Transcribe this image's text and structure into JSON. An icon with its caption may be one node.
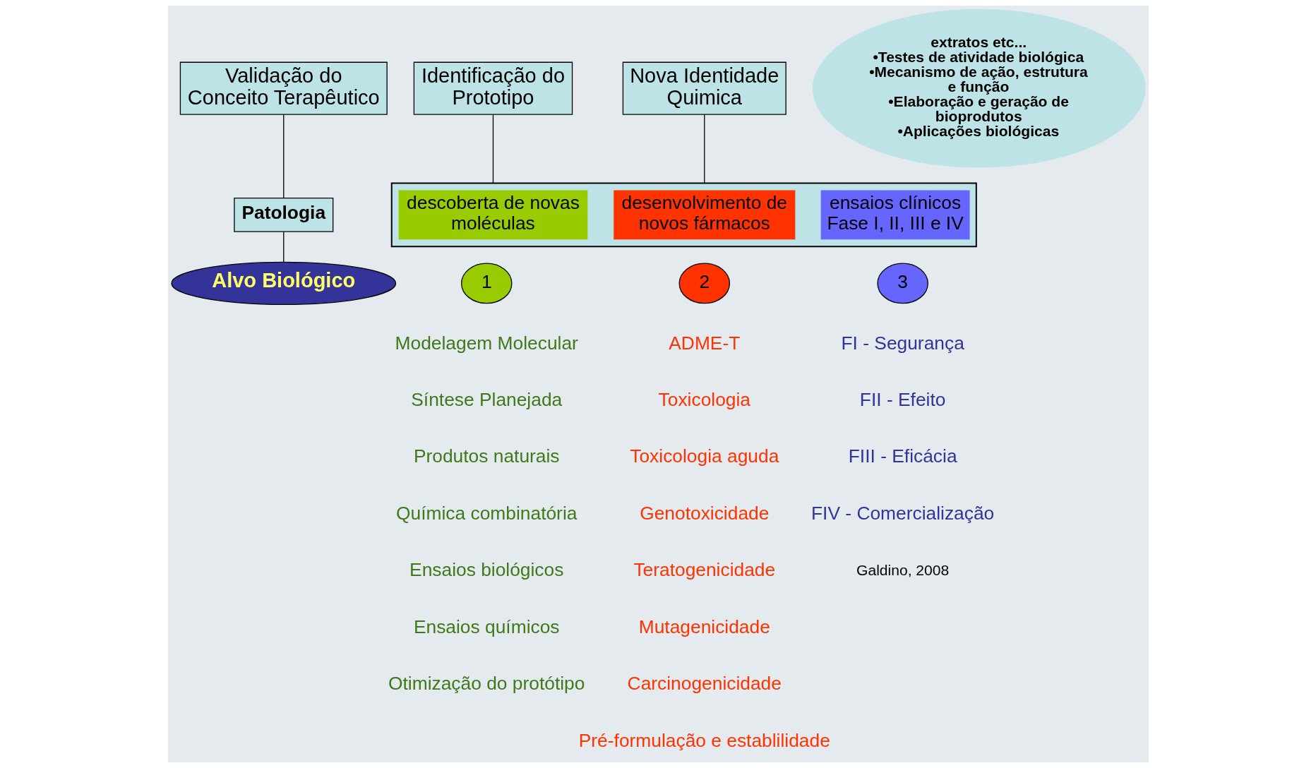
{
  "diagram": {
    "nodes": [
      {
        "text": [
          "Validação do Conceito Terapêutico"
        ]
      },
      {
        "text": [
          "Identificação do Prototipo"
        ]
      },
      {
        "text": [
          "Patologia"
        ]
      },
      {
        "text": [
          "Nova Identidade Quimica"
        ]
      },
      {
        "text": [
          "extratos etc...",
          "•Testes de atividade biológica",
          "•Mecanismo de ação, estrutura e função",
          "•Elaboração e geração de bioprodutos",
          "•Aplicações biológicas"
        ]
      },
      {
        "text": [
          "Alvo Biológico"
        ]
      },
      {
        "text": [],
        "shape": "arrow"
      },
      {
        "text": [
          "descoberta de novas moléculas"
        ],
        "in": 6
      },
      {
        "text": [
          "desenvolvimento de novos fármacos"
        ],
        "in": 6
      },
      {
        "text": [
          "ensaios clínicos Fase I, II, III e IV"
        ],
        "in": 6
      },
      {
        "text": [
          "1"
        ]
      },
      {
        "text": [
          "2"
        ]
      },
      {
        "text": [
          "3"
        ]
      }
    ],
    "edges": [
      {
        "from": 0,
        "to": 2,
        "arrow": "none"
      },
      {
        "from": 2,
        "to": 5,
        "arrow": "none"
      },
      {
        "from": 1,
        "to": 6,
        "arrow": "none"
      },
      {
        "from": 3,
        "to": 6,
        "arrow": "none"
      }
    ],
    "labels": [
      "Modelagem Molecular",
      "Síntese Planejada",
      "Produtos naturais",
      "Química combinatória",
      "Ensaios biológicos",
      "Ensaios químicos",
      "Otimização do protótipo",
      "ADME-T",
      "Toxicologia",
      "Toxicologia aguda",
      "Genotoxicidade",
      "Teratogenicidade",
      "Mutagenicidade",
      "Carcinogenicidade",
      "Pré-formulação e establilidade",
      "FI - Segurança",
      "FII - Efeito",
      "FIII - Eficácia",
      "FIV - Comercialização",
      "Galdino, 2008"
    ]
  }
}
